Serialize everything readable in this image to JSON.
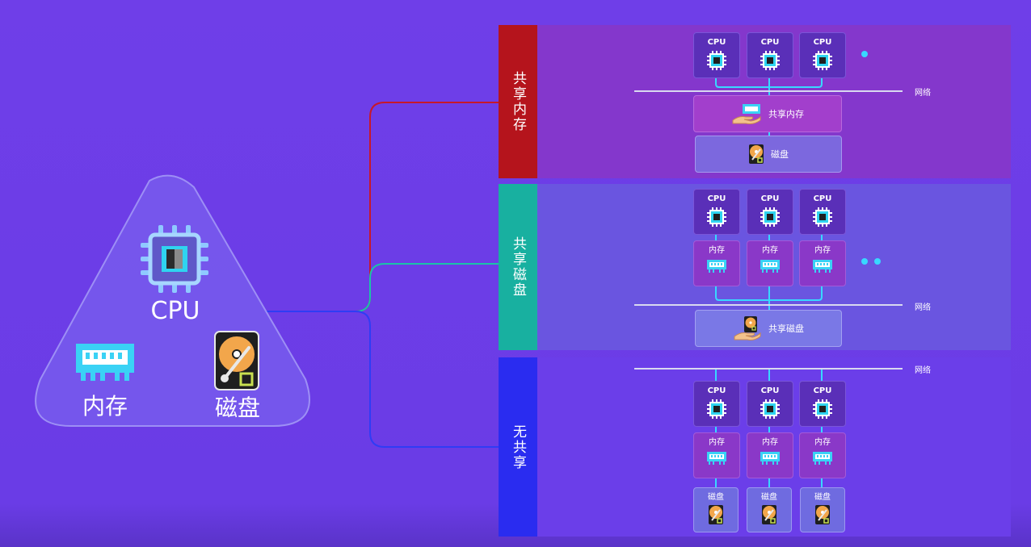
{
  "triangle": {
    "cpu_label": "CPU",
    "memory_label": "内存",
    "disk_label": "磁盘"
  },
  "categories": [
    {
      "key": "shared_memory",
      "label": "共享内存",
      "color": "#b5141c",
      "link_color": "#c7182a"
    },
    {
      "key": "shared_disk",
      "label": "共享磁盘",
      "color": "#18b0a0",
      "link_color": "#1bc3a8"
    },
    {
      "key": "shared_nothing",
      "label": "无共享",
      "color": "#2a2cf0",
      "link_color": "#2f3cf5"
    }
  ],
  "panels": {
    "shared_memory": {
      "cpu_labels": [
        "CPU",
        "CPU",
        "CPU"
      ],
      "network_label": "网络",
      "shared_memory_label": "共享内存",
      "disk_label": "磁盘"
    },
    "shared_disk": {
      "cpu_labels": [
        "CPU",
        "CPU",
        "CPU"
      ],
      "memory_labels": [
        "内存",
        "内存",
        "内存"
      ],
      "network_label": "网络",
      "shared_disk_label": "共享磁盘"
    },
    "shared_nothing": {
      "network_label": "网络",
      "cpu_labels": [
        "CPU",
        "CPU",
        "CPU"
      ],
      "memory_labels": [
        "内存",
        "内存",
        "内存"
      ],
      "disk_labels": [
        "磁盘",
        "磁盘",
        "磁盘"
      ]
    }
  },
  "colors": {
    "background": "#6f3ee8",
    "accent_cyan": "#38d8ff",
    "network_line": "#d9d9f0"
  },
  "icons": [
    "chip-icon",
    "ram-icon",
    "hard-disk-icon",
    "hand-holding-icon"
  ]
}
